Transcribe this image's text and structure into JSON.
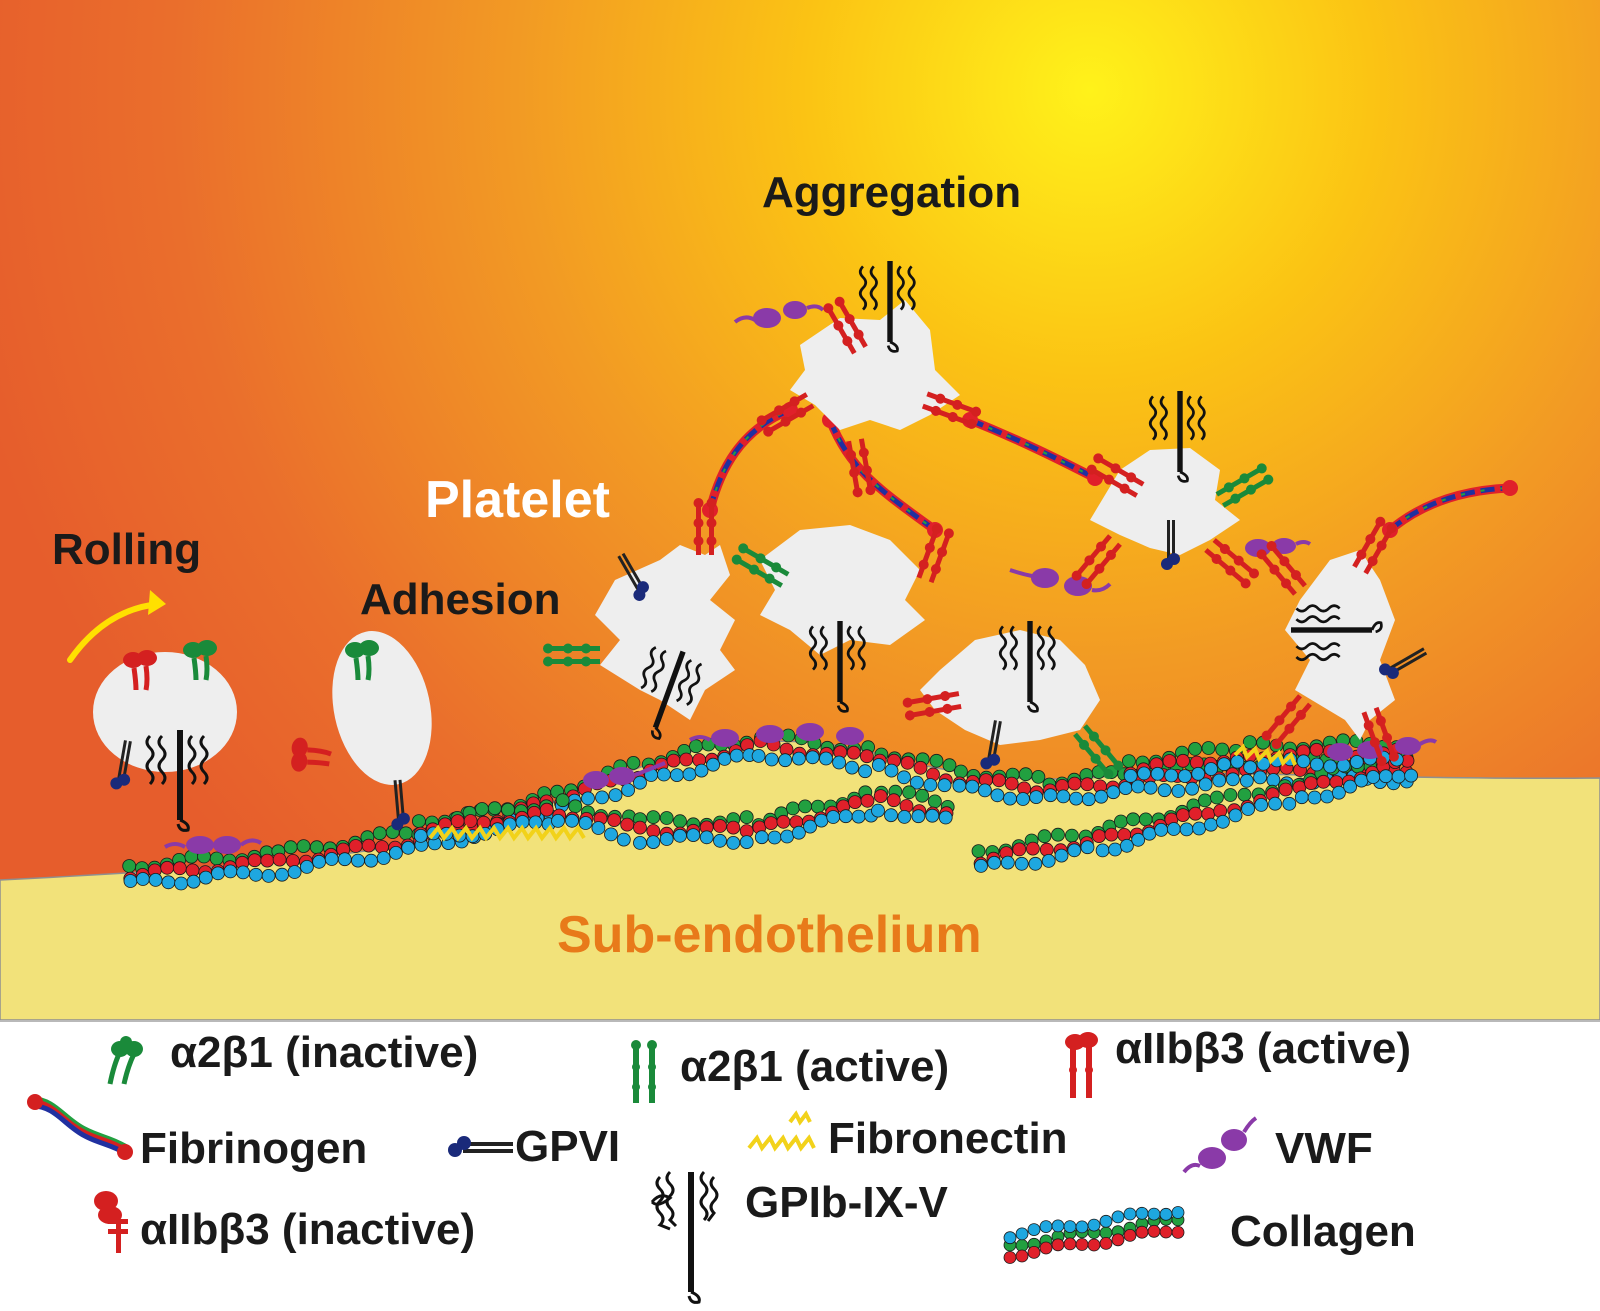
{
  "colors": {
    "sky_orange": "#e8622a",
    "sky_yellow": "#ffe812",
    "subendothelium": "#f2e27a",
    "platelet": "#eeeeee",
    "integrin_green": "#1a8a3a",
    "integrin_red": "#d42020",
    "collagen_red": "#e0202a",
    "collagen_green": "#22a040",
    "collagen_blue": "#1ea7e0",
    "fibrinogen_blue": "#2030a0",
    "vwf_purple": "#8a3aa8",
    "gpvi_navy": "#1a2a7a",
    "fibronectin_yellow": "#f2d21a",
    "label_white": "#ffffff",
    "label_dark": "#1a1a1a",
    "label_subendo": "#e87a1a",
    "arrow_yellow": "#ffe000"
  },
  "labels": {
    "aggregation": "Aggregation",
    "platelet": "Platelet",
    "rolling": "Rolling",
    "adhesion": "Adhesion",
    "subendothelium": "Sub-endothelium"
  },
  "legend": [
    {
      "key": "a2b1_inactive",
      "text": "α2β1 (inactive)",
      "icon": "green-integrin-bent-icon"
    },
    {
      "key": "a2b1_active",
      "text": "α2β1 (active)",
      "icon": "green-integrin-extended-icon"
    },
    {
      "key": "aiib3_active",
      "text": "αIIbβ3 (active)",
      "icon": "red-integrin-extended-icon"
    },
    {
      "key": "fibrinogen",
      "text": "Fibrinogen",
      "icon": "fibrinogen-strand-icon"
    },
    {
      "key": "gpvi",
      "text": "GPVI",
      "icon": "gpvi-receptor-icon"
    },
    {
      "key": "fibronectin",
      "text": "Fibronectin",
      "icon": "fibronectin-coil-icon"
    },
    {
      "key": "vwf",
      "text": "VWF",
      "icon": "vwf-icon"
    },
    {
      "key": "aiib3_inactive",
      "text": "αIIbβ3 (inactive)",
      "icon": "red-integrin-bent-icon"
    },
    {
      "key": "gpib",
      "text": "GPIb-IX-V",
      "icon": "gpib-complex-icon"
    },
    {
      "key": "collagen",
      "text": "Collagen",
      "icon": "collagen-fiber-icon"
    }
  ]
}
